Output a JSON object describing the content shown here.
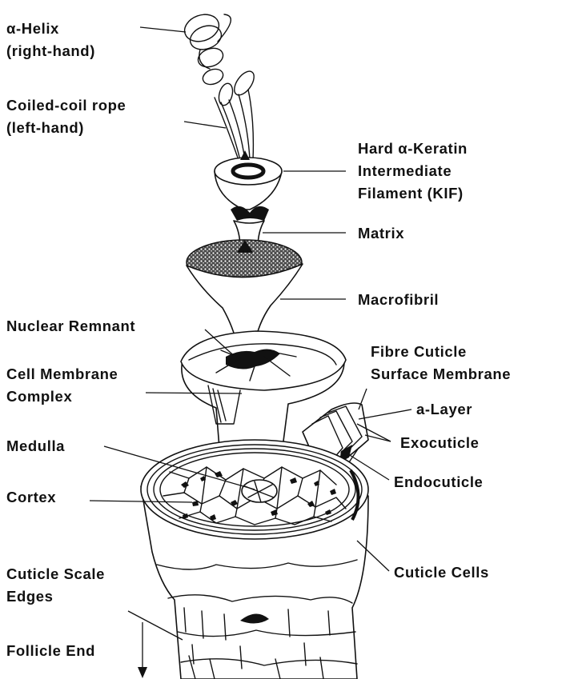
{
  "labels": {
    "alpha_helix_1": "α-Helix",
    "alpha_helix_2": "(right-hand)",
    "coiled_coil_1": "Coiled-coil rope",
    "coiled_coil_2": "(left-hand)",
    "kif_1": "Hard α-Keratin",
    "kif_2": "Intermediate",
    "kif_3": "Filament (KIF)",
    "matrix": "Matrix",
    "macrofibril": "Macrofibril",
    "nuclear_remnant": "Nuclear Remnant",
    "cmc_1": "Cell Membrane",
    "cmc_2": "Complex",
    "fibre_cuticle_1": "Fibre Cuticle",
    "fibre_cuticle_2": "Surface Membrane",
    "a_layer": "a-Layer",
    "exocuticle": "Exocuticle",
    "endocuticle": "Endocuticle",
    "medulla": "Medulla",
    "cortex": "Cortex",
    "cuticle_scale_1": "Cuticle Scale",
    "cuticle_scale_2": "Edges",
    "cuticle_cells": "Cuticle Cells",
    "follicle_end": "Follicle End"
  },
  "colors": {
    "ink": "#111111",
    "background": "#ffffff"
  }
}
